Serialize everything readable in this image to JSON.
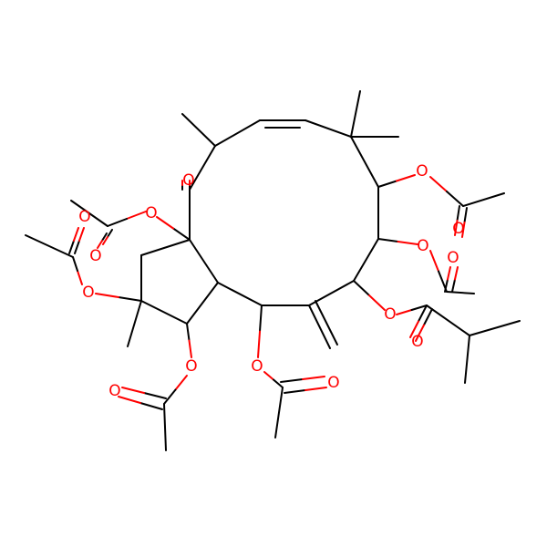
{
  "colors": {
    "bond": "#000000",
    "oxygen": "#ff0000",
    "background": "#ffffff"
  },
  "atoms": [
    {
      "id": "O1",
      "label": "O"
    },
    {
      "id": "O2",
      "label": "O"
    },
    {
      "id": "O3",
      "label": "O"
    },
    {
      "id": "O4",
      "label": "O"
    },
    {
      "id": "O5",
      "label": "O"
    },
    {
      "id": "O6",
      "label": "O"
    },
    {
      "id": "O7",
      "label": "O"
    },
    {
      "id": "O8",
      "label": "O"
    },
    {
      "id": "O9",
      "label": "O"
    },
    {
      "id": "O10",
      "label": "O"
    },
    {
      "id": "O11",
      "label": "O"
    },
    {
      "id": "O12",
      "label": "O"
    },
    {
      "id": "O13",
      "label": "O"
    },
    {
      "id": "O14",
      "label": "O"
    },
    {
      "id": "O15",
      "label": "O"
    }
  ]
}
